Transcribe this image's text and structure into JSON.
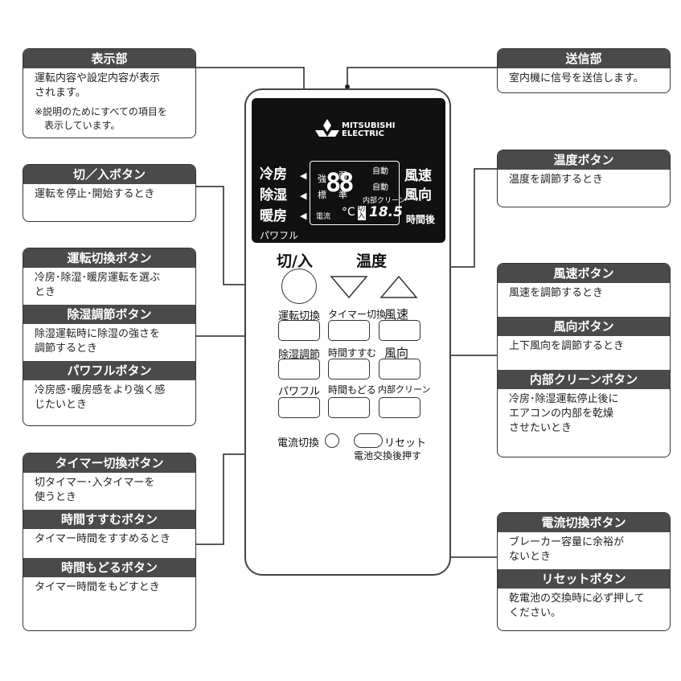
{
  "callouts": {
    "display": {
      "title": "表示部",
      "body": [
        "運転内容や設定内容が表示",
        "されます。"
      ],
      "note": [
        "※説明のためにすべての項目を",
        "　表示しています。"
      ]
    },
    "power": {
      "title": "切／入ボタン",
      "body": [
        "運転を停止･開始するとき"
      ]
    },
    "mode": {
      "title": "運転切換ボタン",
      "body": [
        "冷房･除湿･暖房運転を選ぶ",
        "とき"
      ]
    },
    "dehumid": {
      "title": "除湿調節ボタン",
      "body": [
        "除湿運転時に除湿の強さを",
        "調節するとき"
      ]
    },
    "powerful": {
      "title": "パワフルボタン",
      "body": [
        "冷房感･暖房感をより強く感",
        "じたいとき"
      ]
    },
    "timer_switch": {
      "title": "タイマー切換ボタン",
      "body": [
        "切タイマー･入タイマーを",
        "使うとき"
      ]
    },
    "time_fwd": {
      "title": "時間すすむボタン",
      "body": [
        "タイマー時間をすすめるとき"
      ]
    },
    "time_back": {
      "title": "時間もどるボタン",
      "body": [
        "タイマー時間をもどすとき"
      ]
    },
    "transmitter": {
      "title": "送信部",
      "body": [
        "室内機に信号を送信します。"
      ]
    },
    "temp": {
      "title": "温度ボタン",
      "body": [
        "温度を調節するとき"
      ]
    },
    "fan_speed": {
      "title": "風速ボタン",
      "body": [
        "風速を調節するとき"
      ]
    },
    "fan_dir": {
      "title": "風向ボタン",
      "body": [
        "上下風向を調節するとき"
      ]
    },
    "inner_clean": {
      "title": "内部クリーンボタン",
      "body": [
        "冷房･除湿運転停止後に",
        "エアコンの内部を乾燥",
        "させたいとき"
      ]
    },
    "current": {
      "title": "電流切換ボタン",
      "body": [
        "ブレーカー容量に余裕が",
        "ないとき"
      ]
    },
    "reset": {
      "title": "リセットボタン",
      "body": [
        "乾電池の交換時に必ず押して",
        "ください。"
      ]
    }
  },
  "remote": {
    "brand": [
      "MITSUBISHI",
      "ELECTRIC"
    ],
    "lcd": {
      "modes": [
        "冷房",
        "除湿",
        "暖房"
      ],
      "powerful": "パワフル",
      "strong": "強",
      "weak": "弱",
      "standard": "標",
      "medium": "準",
      "temp_digits": "88",
      "celsius": "°C",
      "current": "電流",
      "auto1": "自動",
      "auto2": "自動",
      "inner_clean": "内部クリーン",
      "off_on": "切入",
      "timer_digits": "18.5",
      "fan_speed": "風速",
      "fan_dir": "風向",
      "hours_after": "時間後"
    },
    "labels": {
      "power": "切/入",
      "temp": "温度",
      "mode": "運転切換",
      "timer_switch": "タイマー切換",
      "fan_speed": "風速",
      "dehumid": "除湿調節",
      "time_fwd": "時間すすむ",
      "fan_dir": "風向",
      "powerful": "パワフル",
      "time_back": "時間もどる",
      "inner_clean": "内部クリーン",
      "current": "電流切換",
      "reset": "リセット",
      "battery": "電池交換後押す"
    }
  },
  "colors": {
    "header_bg": "#4a4a4a",
    "lcd_bg": "#111111",
    "line": "#222222"
  }
}
